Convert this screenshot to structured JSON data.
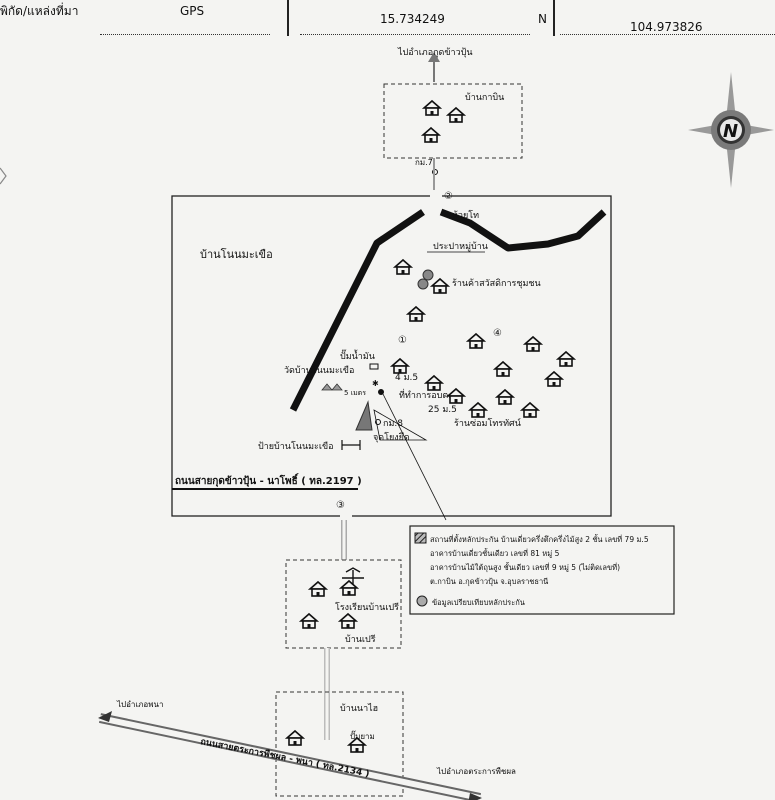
{
  "header": {
    "coord_label": "พิกัด/แหล่งที่มา",
    "source": "GPS",
    "latitude": "15.734249",
    "lat_suffix": "N",
    "longitude": "104.973826"
  },
  "compass": {
    "letter": "N",
    "icon": "north-arrow-icon"
  },
  "labels": {
    "to_kuet_khao_pun": "ไปอำเภอกุดข้าวปุ้น",
    "ban_ka_bin": "บ้านกาบิน",
    "km7": "กม.7",
    "marker2": "②",
    "huai_tho": "ห้วยโท",
    "ban_non_ma_khuea": "บ้านโนนมะเขือ",
    "water_supply": "ประปาหมู่บ้าน",
    "coop_shop": "ร้านค้าสวัสดิการชุมชน",
    "marker1": "①",
    "marker4": "④",
    "gas_station": "ปั๊มน้ำมัน",
    "temple": "วัดบ้านโนนมะเขือ",
    "house_4_m5": "4 ม.5",
    "dist_5m": "5 เมตร",
    "property_marker": "✱",
    "house_25_m5": "25 ม.5",
    "sao_office": "ที่ทำการอบต.",
    "km8": "กม.8",
    "tambon_office": "จุดโยงยึด",
    "repair_shop": "ร้านซ่อมโทรทัศน์",
    "village_sign": "ป้ายบ้านโนนมะเขือ",
    "road_2197": "ถนนสายกุดข้าวปุ้น - นาโพธิ์ ( ทล.2197 )",
    "marker3": "③",
    "school": "โรงเรียนบ้านเปรี",
    "ban_pre": "บ้านเปรี",
    "ban_na_sai": "บ้านนาไฮ",
    "pho_mai": "ปั๊มยาม",
    "road_2134": "ถนนสายตระการพืชผล - พนา ( ทล.2134 )",
    "to_phana": "ไปอำเภอพนา",
    "to_trakan": "ไปอำเภอตระการพืชผล"
  },
  "legend": {
    "line1": "สถานที่ตั้งหลักประกัน บ้านเดี่ยวครึ่งตึกครึ่งไม้สูง 2 ชั้น เลขที่ 79 ม.5",
    "line2": "อาคารบ้านเดี่ยวชั้นเดียว เลขที่ 81 หมู่ 5",
    "line3": "อาคารบ้านไม้ใต้ถุนสูง ชั้นเดียว เลขที่ 9 หมู่ 5 (ไม่ติดเลขที่)",
    "line4": "ต.กาบิน อ.กุดข้าวปุ้น จ.อุบลราชธานี",
    "line5": "ข้อมูลเปรียบเทียบหลักประกัน"
  },
  "colors": {
    "line": "#111111",
    "page": "#f4f4f2",
    "compass_ring": "#7a7a7a"
  }
}
